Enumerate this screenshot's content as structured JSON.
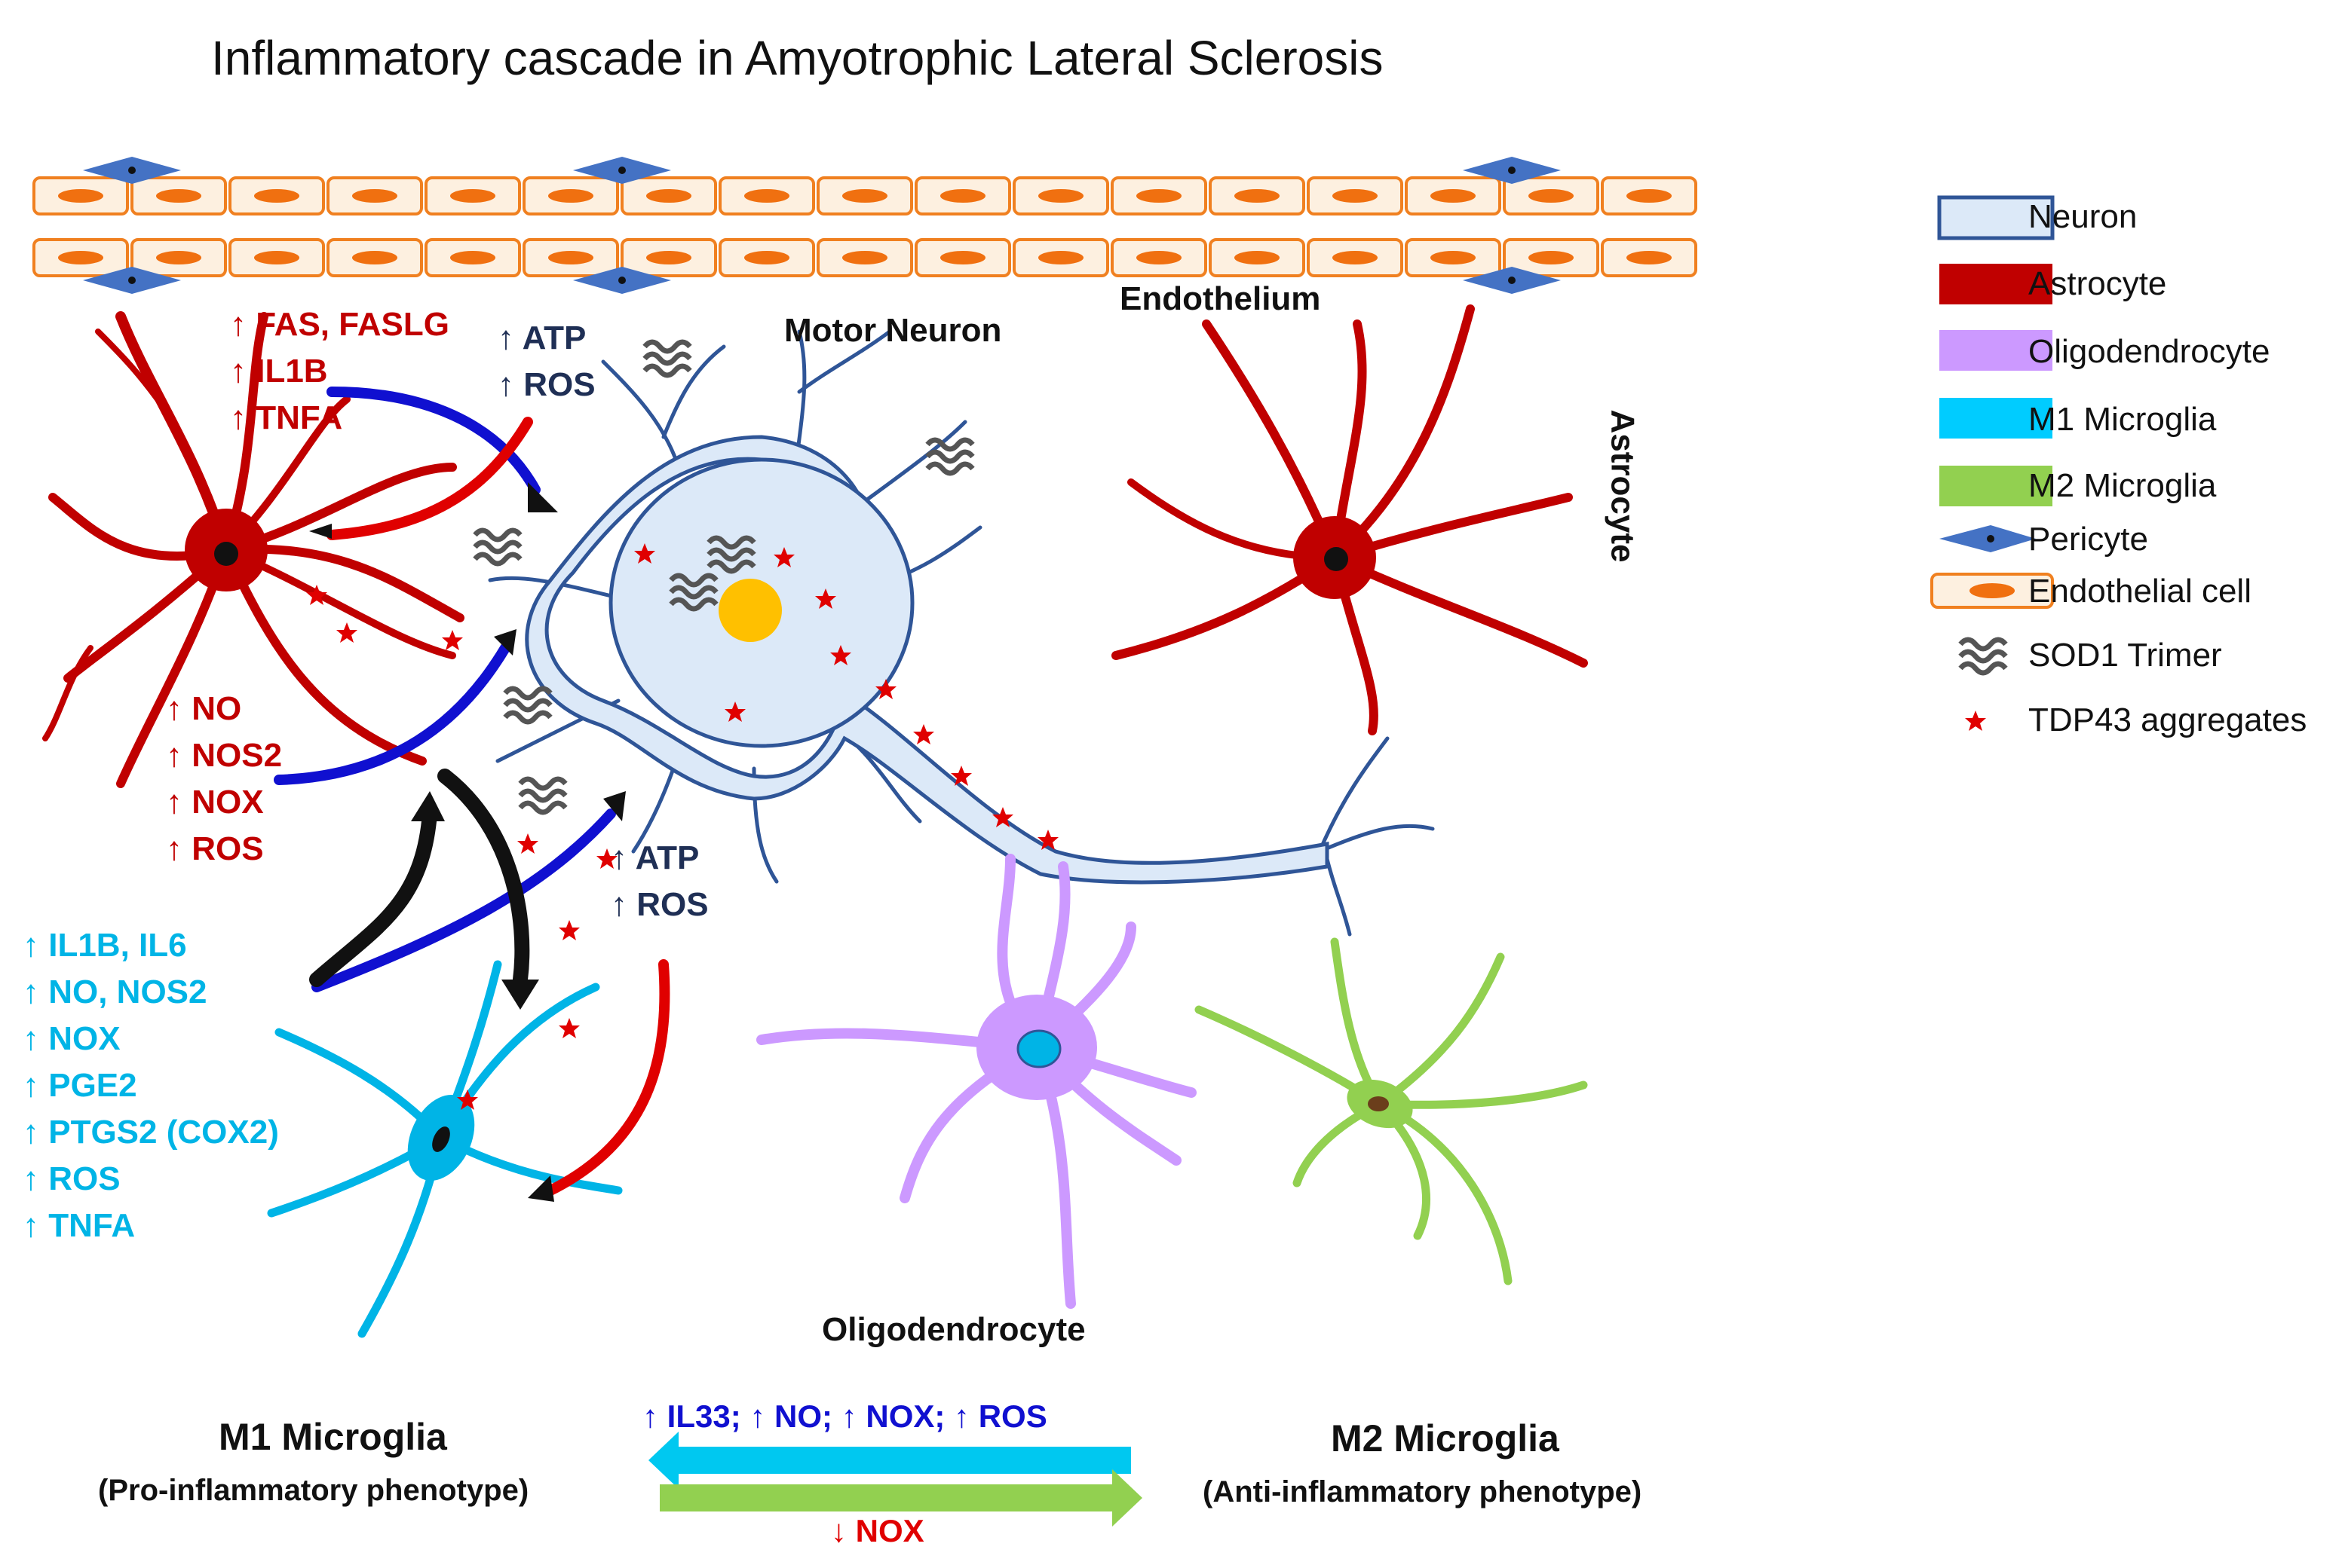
{
  "title": "Inflammatory cascade in Amyotrophic Lateral Sclerosis",
  "labels": {
    "motor_neuron": "Motor Neuron",
    "endothelium": "Endothelium",
    "astrocyte": "Astrocyte",
    "oligodendrocyte": "Oligodendrocyte",
    "m1_title": "M1 Microglia",
    "m1_sub": "(Pro-inflammatory phenotype)",
    "m2_title": "M2 Microglia",
    "m2_sub": "(Anti-inflammatory phenotype)"
  },
  "astrocyte_top_markers": [
    "↑ FAS, FASLG",
    "↑ IL1B",
    "↑ TNFA"
  ],
  "astrocyte_bottom_markers": [
    "↑ NO",
    "↑ NOS2",
    "↑ NOX",
    "↑ ROS"
  ],
  "neuron_top_markers": [
    "↑ ATP",
    "↑ ROS"
  ],
  "neuron_bottom_markers": [
    "↑ ATP",
    "↑ ROS"
  ],
  "m1_markers": [
    "↑ IL1B, IL6",
    "↑ NO, NOS2",
    "↑ NOX",
    "↑ PGE2",
    "↑ PTGS2 (COX2)",
    "↑ ROS",
    "↑ TNFA"
  ],
  "transition": {
    "to_m1": "↑ IL33; ↑ NO; ↑ NOX; ↑ ROS",
    "to_m2": "↓ NOX"
  },
  "legend": [
    {
      "label": "Neuron",
      "icon": "neuron-swatch"
    },
    {
      "label": "Astrocyte",
      "icon": "astrocyte-swatch"
    },
    {
      "label": "Oligodendrocyte",
      "icon": "oligodendrocyte-swatch"
    },
    {
      "label": "M1 Microglia",
      "icon": "m1-microglia-swatch"
    },
    {
      "label": "M2 Microglia",
      "icon": "m2-microglia-swatch"
    },
    {
      "label": "Pericyte",
      "icon": "pericyte-icon"
    },
    {
      "label": "Endothelial cell",
      "icon": "endothelial-cell-icon"
    },
    {
      "label": "SOD1 Trimer",
      "icon": "sod1-trimer-icon"
    },
    {
      "label": "TDP43 aggregates",
      "icon": "tdp43-aggregate-icon"
    }
  ],
  "colors": {
    "astrocyte": "#c00000",
    "neuron_fill": "#dce9f8",
    "neuron_stroke": "#2f5597",
    "oligodendrocyte": "#cc99ff",
    "m1_microglia": "#00b4e6",
    "m2_microglia": "#92d050",
    "pericyte": "#4472c4",
    "endothelial_fill": "#fdf0e0",
    "endothelial_stroke": "#f08020",
    "endothelial_nucleus": "#f07010",
    "tdp43": "#e00000",
    "sod1": "#555555",
    "nucleus": "#ffc000"
  }
}
